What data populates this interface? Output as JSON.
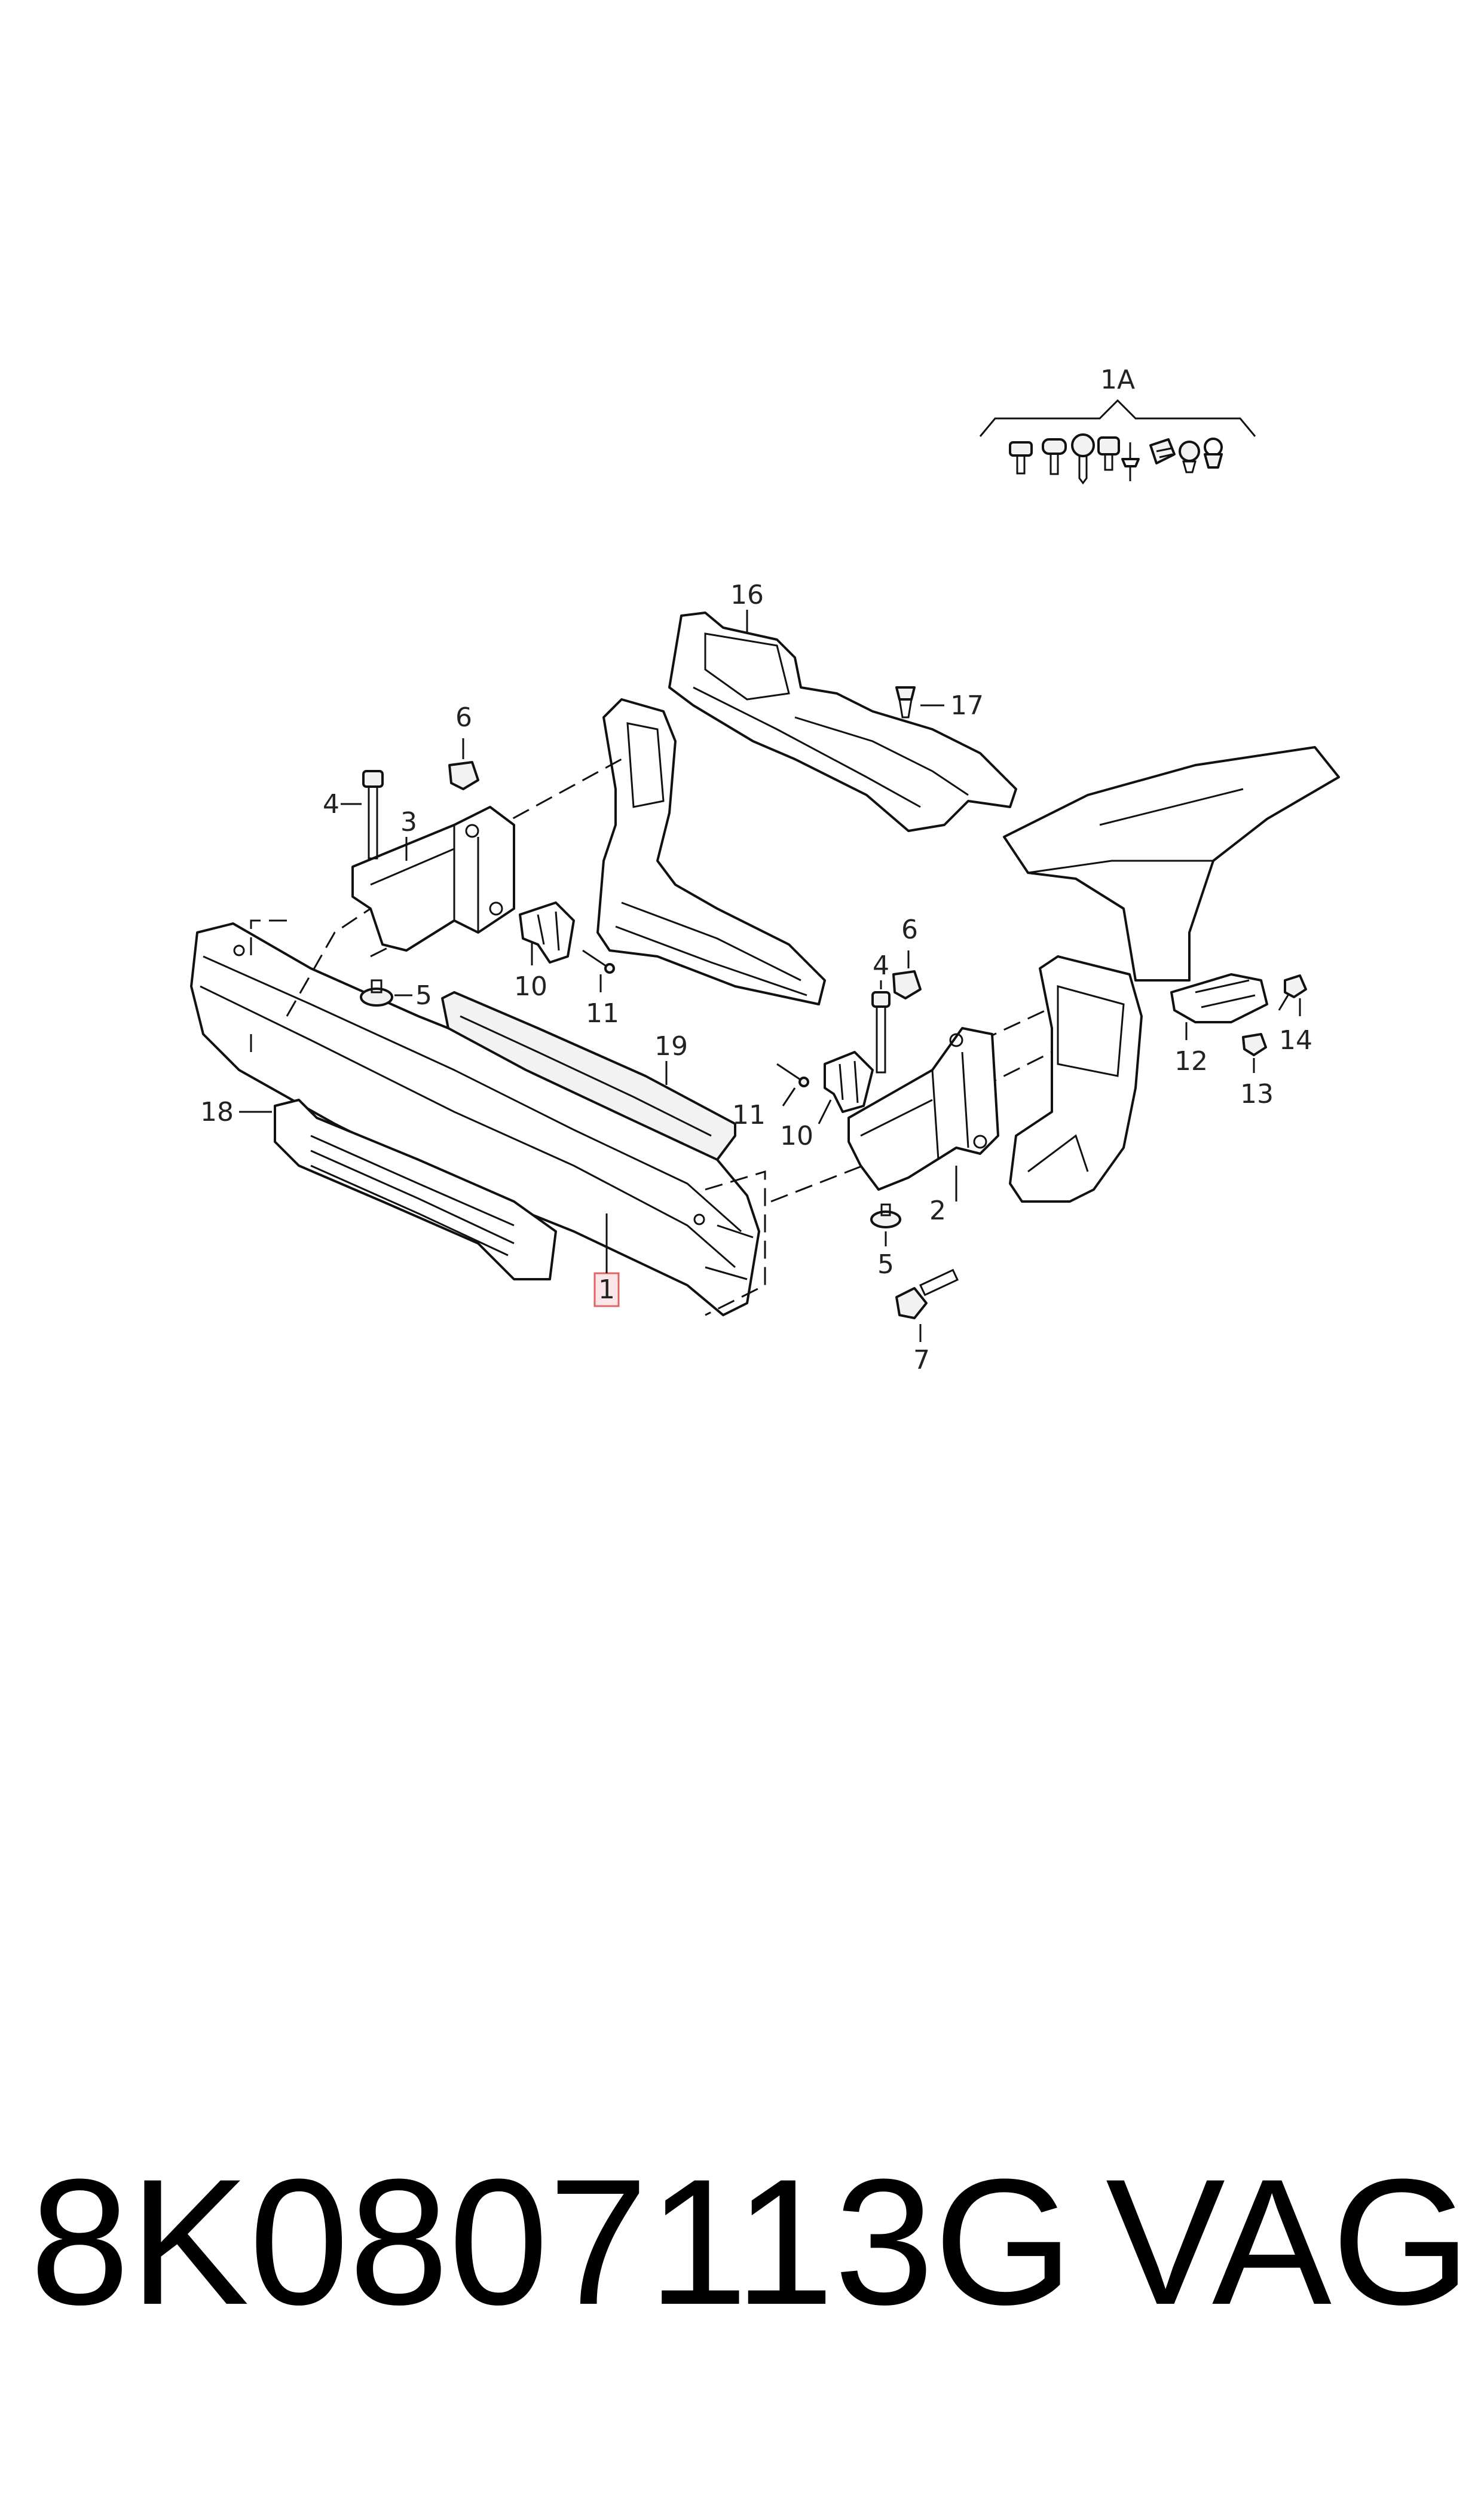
{
  "diagram": {
    "callouts": {
      "kit": "1A",
      "bumper_carrier": "1",
      "bracket_right": "2",
      "bracket_left": "3",
      "bolt_4_left": "4",
      "bolt_4_right": "4",
      "nut_5_left": "5",
      "nut_5_right": "5",
      "nut_6_left": "6",
      "nut_6_right": "6",
      "bolt_7": "7",
      "hinge_10_left": "10",
      "hinge_10_right": "10",
      "pin_11_left": "11",
      "pin_11_right": "11",
      "guide_12": "12",
      "nut_13": "13",
      "screw_14": "14",
      "air_duct_16": "16",
      "clip_17": "17",
      "absorber_18": "18",
      "spoiler_19": "19"
    }
  },
  "footer": {
    "part_number": "8K0807113G",
    "brand": "VAG"
  }
}
